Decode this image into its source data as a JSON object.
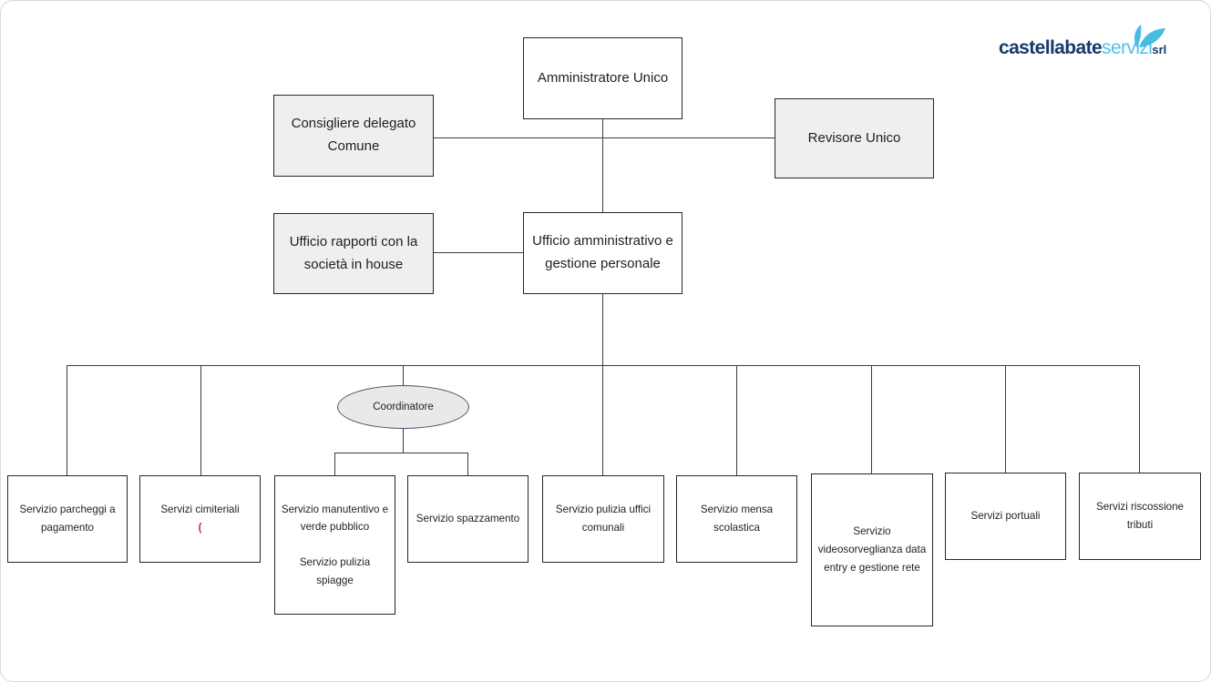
{
  "logo": {
    "part1": "castellabate",
    "part2": "servizi",
    "part3": "srl",
    "color_dark": "#16396b",
    "color_light": "#55c0e8",
    "leaf_icon": "leaf-icon"
  },
  "colors": {
    "box_border": "#262626",
    "gray_fill": "#efefef",
    "ellipse_fill": "#e9e9e9",
    "ellipse_border": "#44546a",
    "connector": "#3d3d3d",
    "red_note": "#d92b2b"
  },
  "nodes": {
    "amministratore": {
      "label": "Amministratore Unico"
    },
    "consigliere": {
      "label": "Consigliere delegato Comune"
    },
    "revisore": {
      "label": "Revisore Unico"
    },
    "rapporti": {
      "label": "Ufficio rapporti con la società in house"
    },
    "ufficio_amministrativo": {
      "label": "Ufficio amministrativo e gestione personale"
    },
    "coordinatore": {
      "label": "Coordinatore"
    },
    "parcheggi": {
      "label": "Servizio parcheggi a pagamento"
    },
    "cimiteriali": {
      "label": "Servizi cimiteriali",
      "note": "("
    },
    "manutentivo": {
      "line1": "Servizio manutentivo e verde pubblico",
      "line2": "Servizio pulizia spiagge"
    },
    "spazzamento": {
      "label": "Servizio spazzamento"
    },
    "pulizia_uffici": {
      "label": "Servizio pulizia uffici comunali"
    },
    "mensa": {
      "label": "Servizio mensa scolastica"
    },
    "videosorveglianza": {
      "label": "Servizio videosorveglianza data entry e gestione rete"
    },
    "portuali": {
      "label": "Servizi portuali"
    },
    "riscossione": {
      "label": "Servizi riscossione tributi"
    }
  }
}
